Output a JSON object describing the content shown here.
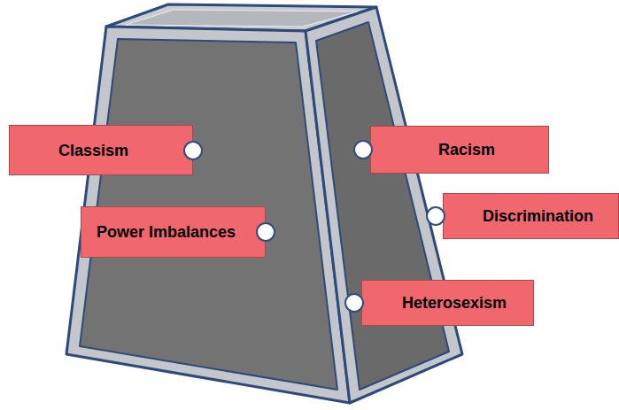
{
  "diagram": {
    "nodes": [
      {
        "text": [
          "Classism"
        ]
      },
      {
        "text": [
          "Racism"
        ]
      },
      {
        "text": [
          "Power Imbalances"
        ]
      },
      {
        "text": [
          "Discrimination"
        ]
      },
      {
        "text": [
          "Heterosexism"
        ]
      }
    ]
  }
}
